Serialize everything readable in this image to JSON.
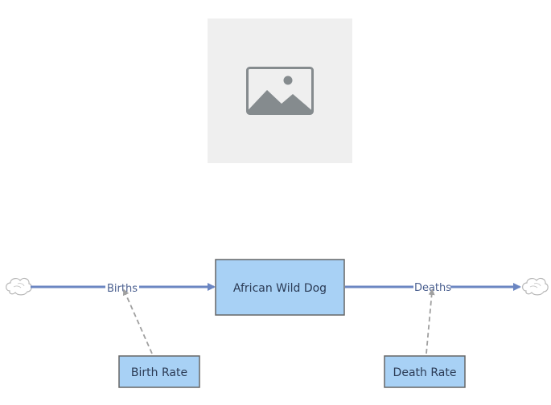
{
  "diagram": {
    "stock": {
      "label": "African Wild Dog"
    },
    "flows": [
      {
        "id": "births",
        "label": "Births"
      },
      {
        "id": "deaths",
        "label": "Deaths"
      }
    ],
    "variables": [
      {
        "id": "birth_rate",
        "label": "Birth Rate"
      },
      {
        "id": "death_rate",
        "label": "Death Rate"
      }
    ],
    "image_placeholder": {
      "icon": "image-icon"
    },
    "colors": {
      "flow": "#6b86c2",
      "stock_fill": "#a8d1f5",
      "stock_stroke": "#666666",
      "link": "#a0a0a0",
      "placeholder_bg": "#efefef",
      "placeholder_icon": "#858b8e"
    }
  }
}
